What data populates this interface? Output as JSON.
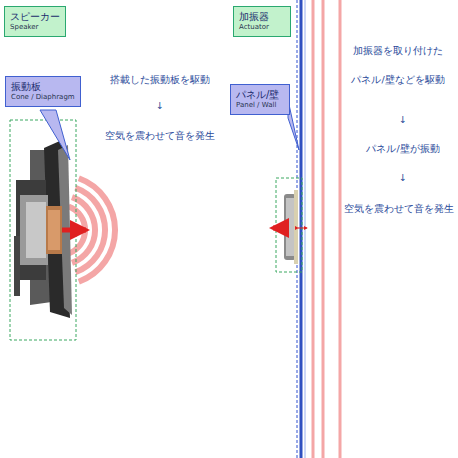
{
  "diagram": {
    "nodes": [
      {
        "text": [
          "スピーカー",
          "Speaker"
        ]
      },
      {
        "text": [
          "振動板",
          "Cone / Diaphragm"
        ]
      },
      {
        "text": [
          "加振器",
          "Actuator"
        ]
      },
      {
        "text": [
          "パネル/壁",
          "Panel / Wall"
        ]
      }
    ],
    "labels": [
      "搭載した振動板を駆動",
      "↓",
      "空気を震わせて音を発生",
      "加振器を取り付けた パネル/壁などを駆動",
      "↓",
      "パネル/壁が振動",
      "↓",
      "空気を震わせて音を発生"
    ]
  }
}
